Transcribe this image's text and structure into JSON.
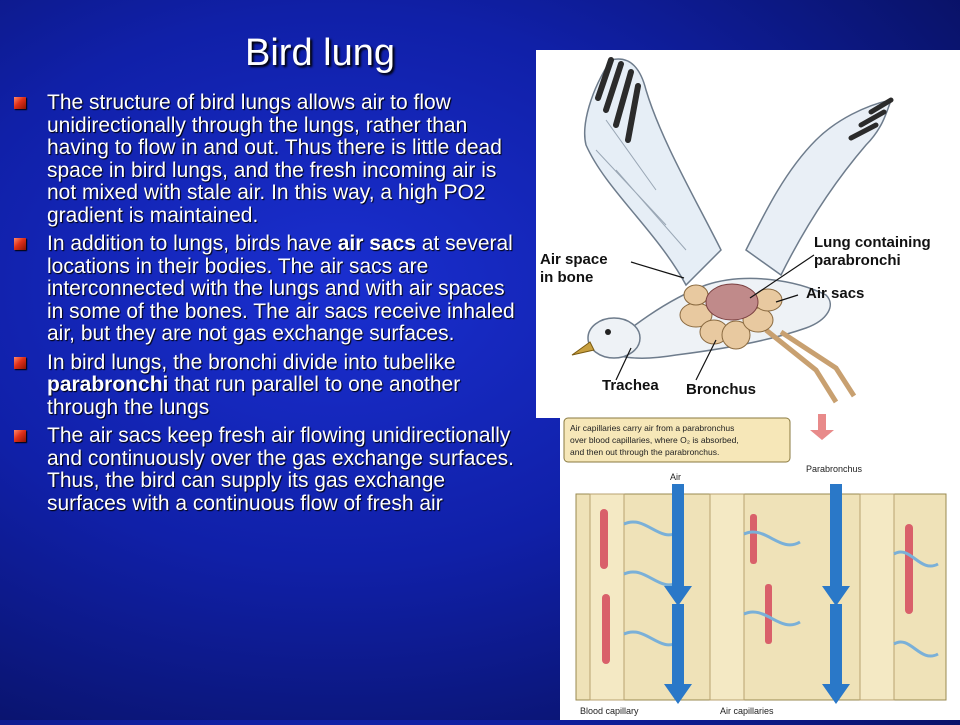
{
  "slide": {
    "title": "Bird lung",
    "bullets": [
      {
        "parts": [
          {
            "text": "The structure of bird lungs allows air to flow unidirectionally through the lungs, rather than having to flow in and out. Thus there is little dead space in bird lungs, and the fresh incoming air is not mixed with stale air. In this way, a high PO2 gradient is maintained.",
            "bold": false
          }
        ]
      },
      {
        "parts": [
          {
            "text": "In addition to lungs, birds have ",
            "bold": false
          },
          {
            "text": "air sacs",
            "bold": true
          },
          {
            "text": " at several locations in their bodies. The air sacs are interconnected with the lungs and with air spaces in some of the bones. The air sacs receive inhaled air, but they are not gas exchange surfaces.",
            "bold": false
          }
        ]
      },
      {
        "parts": [
          {
            "text": "In bird lungs, the bronchi divide into tubelike ",
            "bold": false
          },
          {
            "text": "parabronchi",
            "bold": true
          },
          {
            "text": " that run parallel to one another through the lungs",
            "bold": false
          }
        ]
      },
      {
        "parts": [
          {
            "text": "The air sacs keep fresh air flowing unidirectionally and continuously over the gas exchange surfaces. Thus, the bird can supply its gas exchange surfaces with a continuous flow of fresh air",
            "bold": false
          }
        ]
      }
    ]
  },
  "figure_bird": {
    "labels": {
      "air_space_line1": "Air space",
      "air_space_line2": "in bone",
      "lung_line1": "Lung containing",
      "lung_line2": "parabronchi",
      "air_sacs": "Air sacs",
      "trachea": "Trachea",
      "bronchus": "Bronchus"
    }
  },
  "figure_lung": {
    "caption_line1": "Air capillaries carry air from a parabronchus",
    "caption_line2": "over blood capillaries, where O₂ is absorbed,",
    "caption_line3": "and then out through the parabronchus.",
    "label_air": "Air",
    "label_parabronchus": "Parabronchus",
    "label_blood_capillary": "Blood capillary",
    "label_air_capillaries": "Air capillaries"
  },
  "colors": {
    "background": "#1020a8",
    "text": "#ffffff",
    "bullet": "#e0301a",
    "air_sac": "#e8c9a0",
    "lung": "#c08a8a",
    "air_arrow": "#2a78c8",
    "blood": "#d9606a",
    "tissue": "#efe2b8"
  }
}
